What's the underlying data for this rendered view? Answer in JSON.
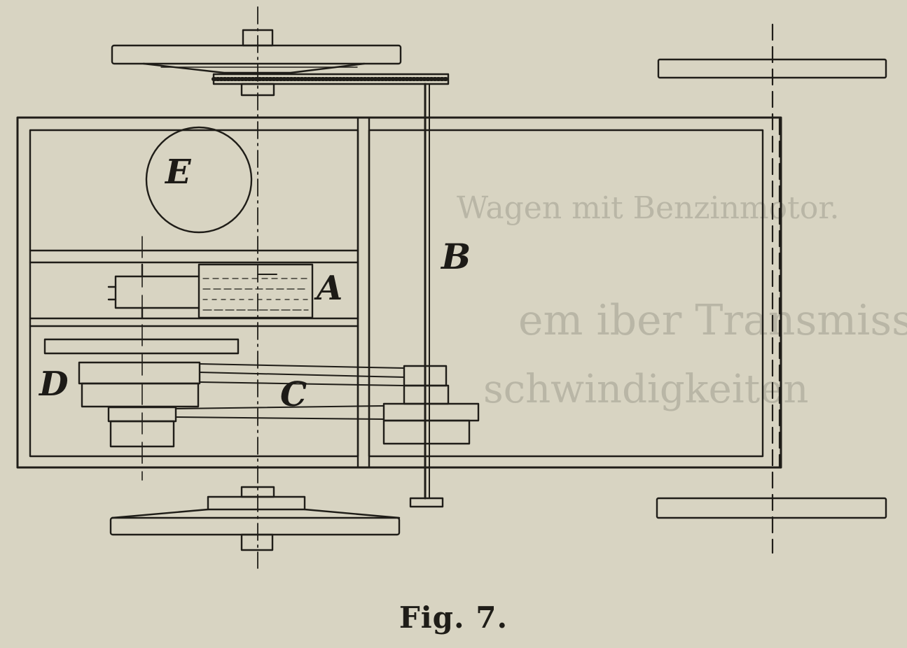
{
  "figure": {
    "caption": "Fig. 7.",
    "labels": {
      "A": "A",
      "B": "B",
      "C": "C",
      "D": "D",
      "E": "E"
    },
    "bleed_through": [
      "Wagen mit Benzinmotor.",
      "em iber Transmissionsmechanism",
      "schwindigkeiten"
    ]
  },
  "colors": {
    "paper": "#d8d4c2",
    "ink": "#1f1d18",
    "bleed": "#b9b6a6"
  }
}
